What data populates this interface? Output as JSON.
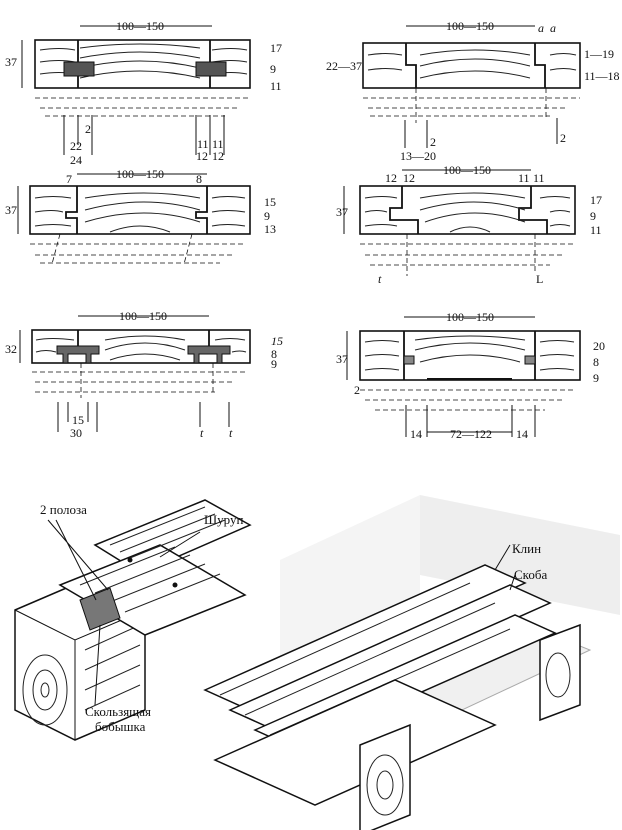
{
  "sections": [
    {
      "width": "100—150",
      "height": "37",
      "right": [
        "17",
        "9",
        "11"
      ],
      "bottom": [
        "2",
        "22",
        "24",
        "11",
        "11",
        "12",
        "12"
      ]
    },
    {
      "width": "100—150",
      "height": "22—37",
      "top_right": [
        "a",
        "a"
      ],
      "right": [
        "1—19",
        "11—18"
      ],
      "bottom": [
        "13—20",
        "2",
        "2"
      ]
    },
    {
      "width": "100—150",
      "height": "37",
      "top": [
        "7",
        "8"
      ],
      "right": [
        "15",
        "9",
        "13"
      ]
    },
    {
      "width": "100—150",
      "height": "37",
      "top": [
        "12",
        "12",
        "11",
        "11"
      ],
      "right": [
        "17",
        "9",
        "11"
      ],
      "bottom": [
        "t",
        "L"
      ]
    },
    {
      "width": "100—150",
      "height": "32",
      "right": [
        "15",
        "8",
        "9"
      ],
      "bottom": [
        "15",
        "30",
        "t",
        "t"
      ]
    },
    {
      "width": "100—150",
      "height": "37",
      "right": [
        "20",
        "8",
        "9"
      ],
      "left_bottom": "2",
      "bottom": [
        "14",
        "72—122",
        "14"
      ]
    }
  ],
  "illustrations": {
    "left": {
      "runners": "2 полоза",
      "screw": "Шуруп",
      "boss_line1": "Скользящая",
      "boss_line2": "бобышка"
    },
    "right": {
      "wedge": "Клин",
      "bracket": "Скоба"
    }
  }
}
